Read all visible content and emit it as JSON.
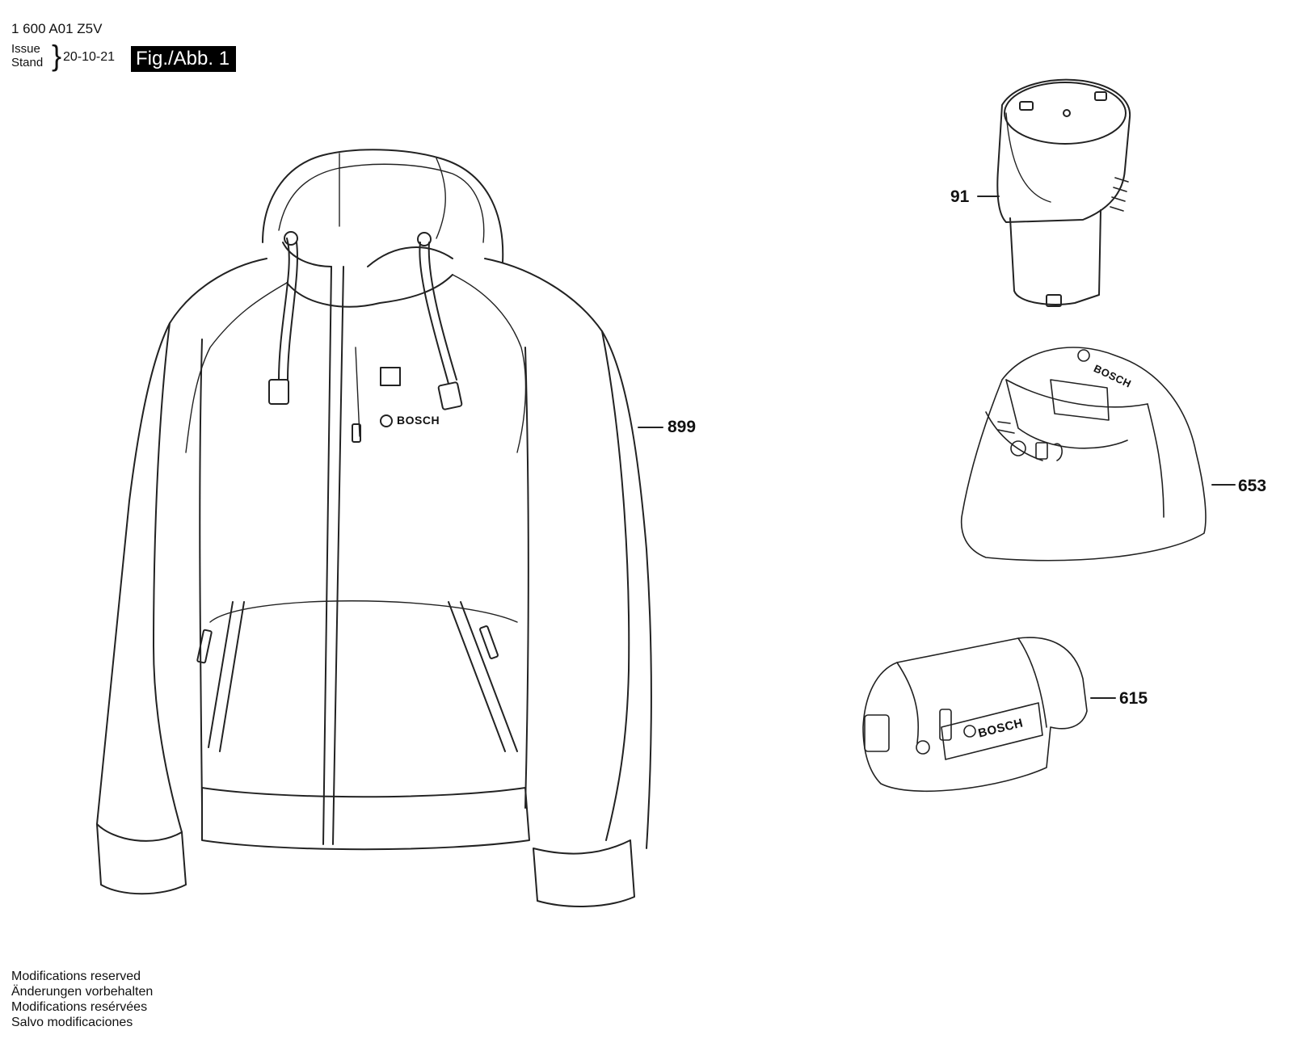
{
  "header": {
    "part_number": "1 600 A01 Z5V",
    "issue_label": "Issue",
    "stand_label": "Stand",
    "issue_date": "20-10-21",
    "figure_label": "Fig./Abb. 1"
  },
  "callouts": {
    "jacket": "899",
    "battery": "91",
    "charger": "653",
    "adapter": "615"
  },
  "brand_marks": {
    "jacket_logo": "BOSCH",
    "charger_logo": "BOSCH",
    "adapter_logo": "BOSCH"
  },
  "footer": {
    "line1": "Modifications reserved",
    "line2": "Änderungen vorbehalten",
    "line3": "Modifications resérvées",
    "line4": "Salvo modificaciones"
  }
}
